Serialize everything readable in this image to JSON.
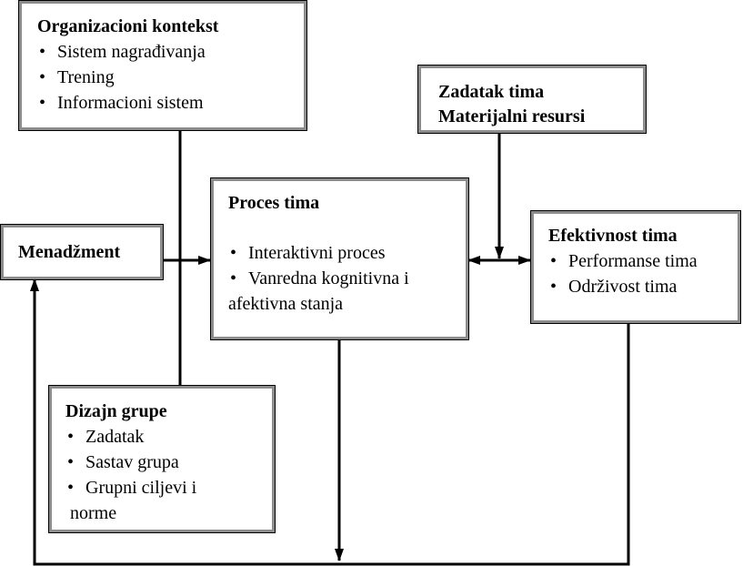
{
  "org_context": {
    "title": "Organizacioni kontekst",
    "items": [
      "Sistem nagrađivanja",
      "Trening",
      "Informacioni sistem"
    ]
  },
  "task_box": {
    "line1": "Zadatak tima",
    "line2": "Materijalni resursi"
  },
  "process_box": {
    "title": "Proces tima",
    "items": [
      "Interaktivni proces",
      "Vanredna kognitivna i",
      "afektivna stanja"
    ]
  },
  "management_box": {
    "title": "Menadžment"
  },
  "effectiveness_box": {
    "title": "Efektivnost tima",
    "items": [
      "Performanse tima",
      "Održivost tima"
    ]
  },
  "design_box": {
    "title": "Dizajn grupe",
    "items": [
      "Zadatak",
      "Sastav grupa",
      "Grupni ciljevi i",
      "norme"
    ]
  }
}
